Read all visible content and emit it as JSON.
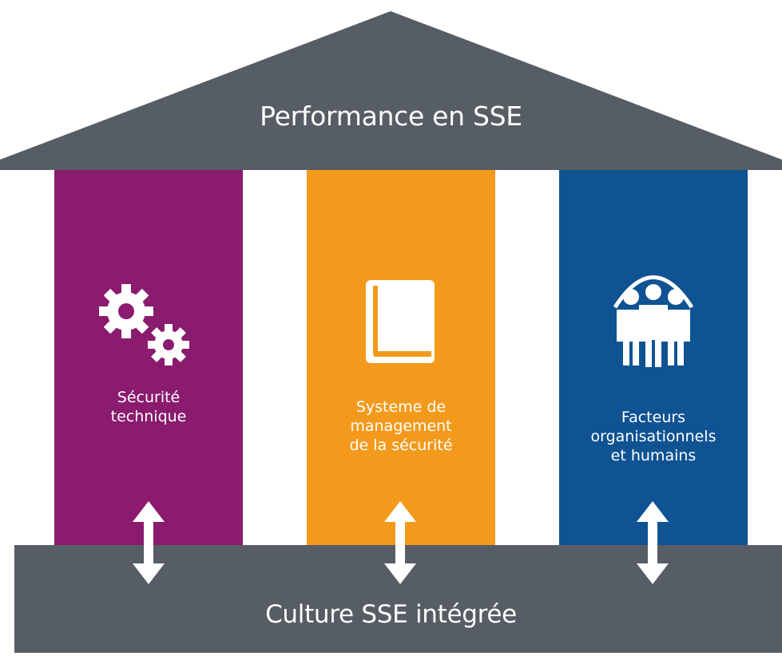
{
  "roof": {
    "title": "Performance en SSE"
  },
  "base": {
    "title": "Culture SSE intégrée"
  },
  "pillars": [
    {
      "label_line1": "Sécurité",
      "label_line2": "technique",
      "icon": "gears-icon",
      "color": "#8a1b6e"
    },
    {
      "label_line1": "Systeme de",
      "label_line2": "management",
      "label_line3": "de la sécurité",
      "icon": "book-icon",
      "color": "#f39a1c"
    },
    {
      "label_line1": "Facteurs",
      "label_line2": "organisationnels",
      "label_line3": "et humains",
      "icon": "people-icon",
      "color": "#0f5393"
    }
  ],
  "colors": {
    "structure": "#565d64",
    "arrow": "#ffffff"
  }
}
